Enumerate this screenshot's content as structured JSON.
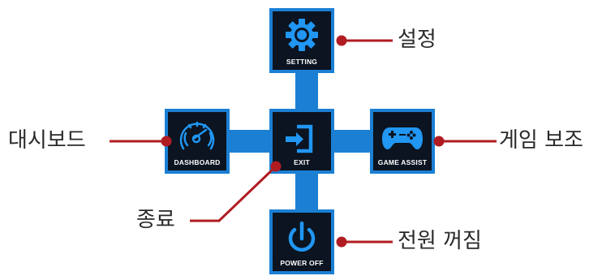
{
  "tiles": {
    "setting": {
      "label": "SETTING",
      "icon": "gear-icon"
    },
    "dashboard": {
      "label": "DASHBOARD",
      "icon": "speedometer-icon"
    },
    "exit": {
      "label": "EXIT",
      "icon": "exit-icon"
    },
    "game_assist": {
      "label": "GAME ASSIST",
      "icon": "gamepad-icon"
    },
    "power_off": {
      "label": "POWER OFF",
      "icon": "power-icon"
    }
  },
  "callouts": {
    "setting": "설정",
    "dashboard": "대시보드",
    "game_assist": "게임 보조",
    "exit": "종료",
    "power_off": "전원 꺼짐"
  },
  "colors": {
    "tile_background": "#0b1420",
    "tile_border": "#1b7fd4",
    "icon": "#2196f3",
    "callout_line": "#b01c22"
  }
}
